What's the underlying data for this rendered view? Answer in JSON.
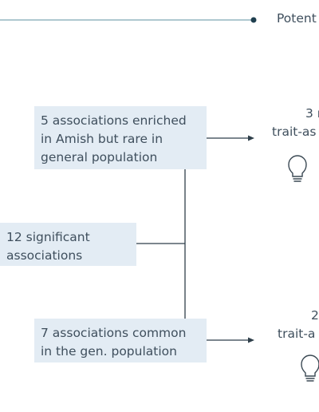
{
  "diagram": {
    "top_label": "Potent",
    "boxes": {
      "enriched": {
        "lines": [
          "5 associations enriched",
          "in Amish but rare in",
          "general population"
        ]
      },
      "significant": {
        "lines": [
          "12 significant",
          "associations"
        ]
      },
      "common": {
        "lines": [
          "7 associations common",
          "in the gen. population"
        ]
      }
    },
    "right_labels": {
      "upper_count": "3 r",
      "upper_text": "trait-as",
      "lower_count": "2",
      "lower_text": "trait-a"
    },
    "icons": [
      "lightbulb-icon",
      "lightbulb-icon"
    ],
    "colors": {
      "line": "#1f5f73",
      "box_fill": "#e3ecf4",
      "text": "#3f4f5d"
    }
  }
}
